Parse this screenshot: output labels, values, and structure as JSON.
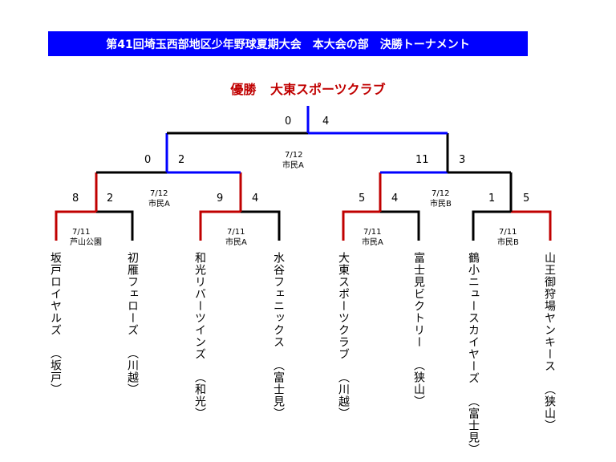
{
  "title": "第41回埼玉西部地区少年野球夏期大会　本大会の部　決勝トーナメント",
  "winner": {
    "label": "優勝",
    "team": "大東スポーツクラブ"
  },
  "colors": {
    "win": "#0000ff",
    "final_win": "#c00000",
    "line": "#000000",
    "title_bg": "#0000ff",
    "winner_text": "#c00000"
  },
  "teams": [
    {
      "name": "坂戸ロイヤルズ",
      "home": "（坂戸）"
    },
    {
      "name": "初雁フェローズ",
      "home": "（川越）"
    },
    {
      "name": "和光リバーツインズ",
      "home": "（和光）"
    },
    {
      "name": "水谷フェニックス",
      "home": "（富士見）"
    },
    {
      "name": "大東スポーツクラブ",
      "home": "（川越）"
    },
    {
      "name": "富士見ビクトリー",
      "home": "（狭山）"
    },
    {
      "name": "鶴小ニュースカイヤーズ",
      "home": "（富士見）"
    },
    {
      "name": "山王御狩場ヤンキース",
      "home": "（狭山）"
    }
  ],
  "round1": [
    {
      "scores": [
        "8",
        "2"
      ],
      "date": "7/11",
      "venue": "芦山公園"
    },
    {
      "scores": [
        "9",
        "4"
      ],
      "date": "7/11",
      "venue": "市民A"
    },
    {
      "scores": [
        "5",
        "4"
      ],
      "date": "7/11",
      "venue": "市民A"
    },
    {
      "scores": [
        "1",
        "5"
      ],
      "date": "7/11",
      "venue": "市民B"
    }
  ],
  "semis": [
    {
      "scores": [
        "0",
        "2"
      ],
      "date": "7/12",
      "venue": "市民A"
    },
    {
      "scores": [
        "11",
        "3"
      ],
      "date": "7/12",
      "venue": "市民B"
    }
  ],
  "final": {
    "scores": [
      "0",
      "4"
    ],
    "date": "7/12",
    "venue": "市民A"
  }
}
